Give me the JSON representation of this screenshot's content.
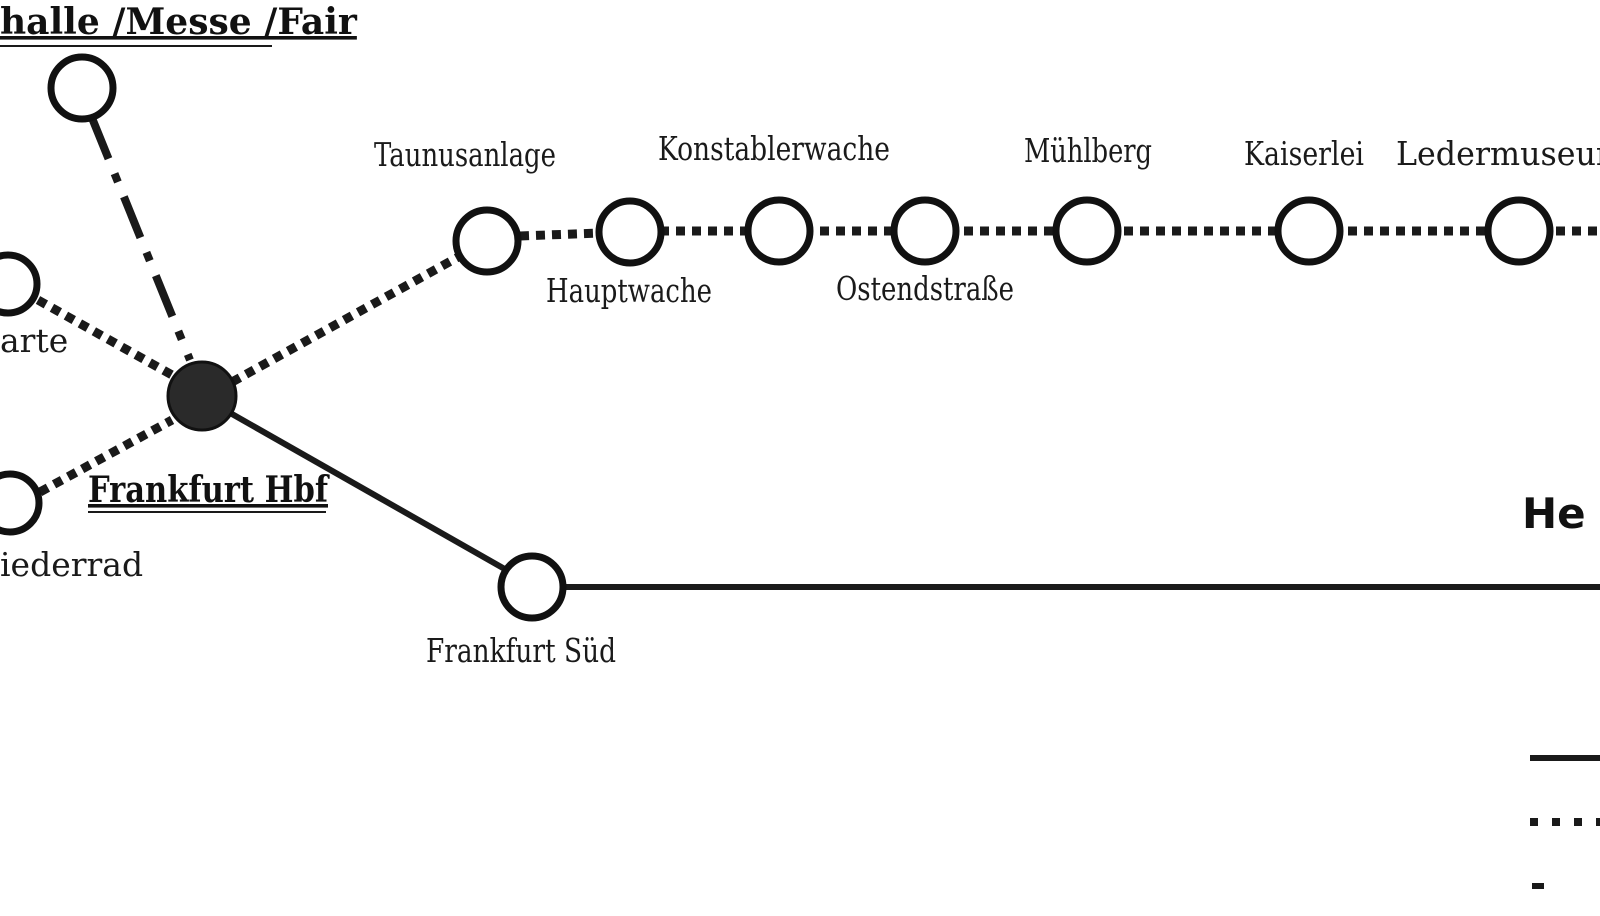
{
  "map": {
    "stations": {
      "festhalle": "halle /Messe /Fair",
      "warte": "arte",
      "niederrad": "iederrad",
      "hbf": "Frankfurt Hbf",
      "sued": "Frankfurt Süd",
      "taunusanlage": "Taunusanlage",
      "hauptwache": "Hauptwache",
      "konstablerwache": "Konstablerwache",
      "ostendstrasse": "Ostendstraße",
      "muehlberg": "Mühlberg",
      "kaiserlei": "Kaiserlei",
      "ledermuseum": "Ledermuseum"
    },
    "legend": {
      "title": "He"
    }
  },
  "colors": {
    "line": "#1a1a1a",
    "station_fill": "#ffffff",
    "hub_fill": "#2a2a2a",
    "background": "#ffffff"
  }
}
